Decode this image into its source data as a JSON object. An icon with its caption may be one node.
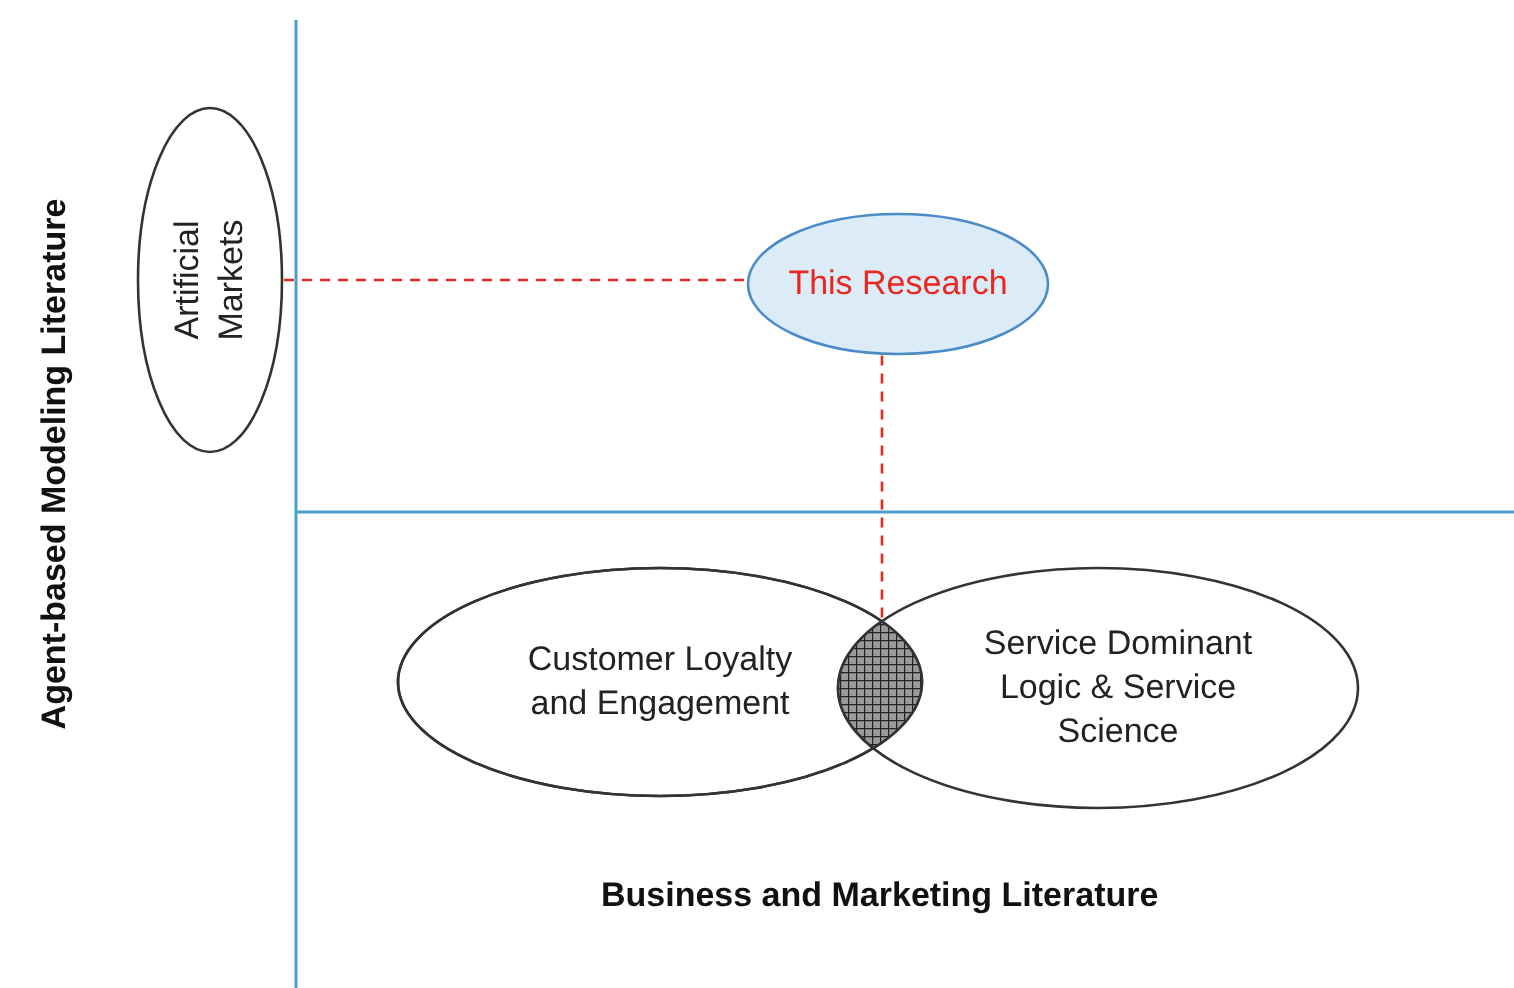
{
  "diagram": {
    "nodes": [
      {
        "text": [
          "Artificial Markets"
        ]
      },
      {
        "text": [
          "This Research"
        ]
      },
      {
        "text": [
          "Customer Loyalty and Engagement"
        ]
      },
      {
        "text": [
          "Service Dominant Logic & Service Science"
        ]
      },
      {
        "text": [],
        "shape": "circle"
      }
    ],
    "edges": [
      {
        "from": 0,
        "to": 1,
        "arrow": "none",
        "style": "dashed"
      },
      {
        "from": 1,
        "to": 4,
        "arrow": "none",
        "style": "dashed"
      }
    ],
    "labels": [
      "Agent-based Modeling Literature",
      "Business and Marketing Literature"
    ]
  }
}
